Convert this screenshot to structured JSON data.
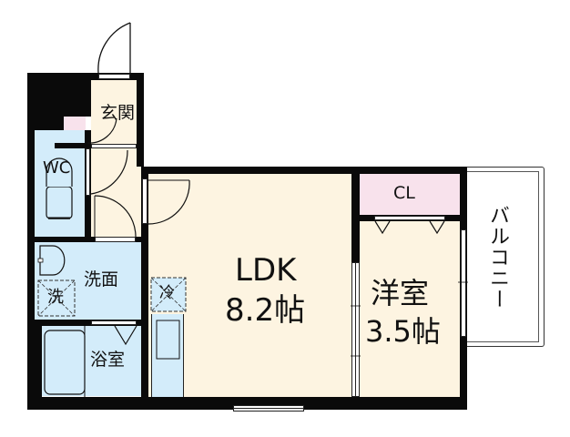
{
  "floor_plan": {
    "rooms": [
      {
        "id": "entrance",
        "label": "玄関"
      },
      {
        "id": "wc",
        "label": "WC"
      },
      {
        "id": "washroom",
        "label": "洗面"
      },
      {
        "id": "washer",
        "label": "洗"
      },
      {
        "id": "bathroom",
        "label": "浴室"
      },
      {
        "id": "fridge",
        "label": "冷"
      },
      {
        "id": "ldk",
        "label": "LDK",
        "size": "8.2帖"
      },
      {
        "id": "closet",
        "label": "CL"
      },
      {
        "id": "western_room",
        "label": "洋室",
        "size": "3.5帖"
      },
      {
        "id": "balcony",
        "label": "バルコニー"
      }
    ],
    "colors": {
      "wall": "#0a0a0a",
      "living_floor": "#fdf4e1",
      "wet_area": "#d3ecfa",
      "storage": "#f8e2ec"
    }
  }
}
